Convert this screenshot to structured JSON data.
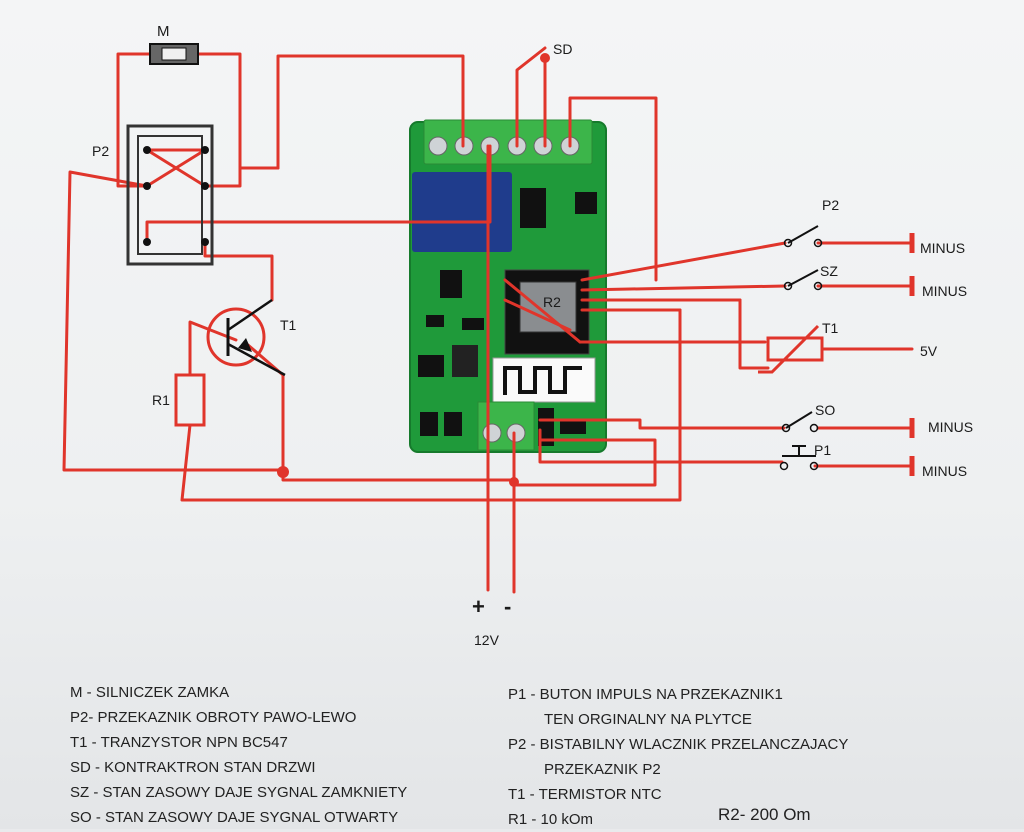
{
  "labels": {
    "motor": "M",
    "relay_p2_left": "P2",
    "transistor": "T1",
    "resistor": "R1",
    "reed_switch": "SD",
    "board_r2": "R2",
    "switch_p2": "P2",
    "switch_sz": "SZ",
    "thermistor": "T1",
    "switch_so": "SO",
    "button_p1": "P1",
    "minus_1": "MINUS",
    "minus_2": "MINUS",
    "minus_3": "MINUS",
    "minus_4": "MINUS",
    "v5": "5V",
    "plus": "+",
    "minus_sign": "-",
    "v12": "12V"
  },
  "legend": {
    "left": [
      "M - SILNICZEK ZAMKA",
      "P2- PRZEKAZNIK OBROTY PAWO-LEWO",
      "T1 - TRANZYSTOR NPN BC547",
      "SD - KONTRAKTRON STAN DRZWI",
      "SZ - STAN ZASOWY DAJE SYGNAL ZAMKNIETY",
      "SO - STAN ZASOWY DAJE SYGNAL OTWARTY"
    ],
    "right": [
      "P1 - BUTON IMPULS NA PRZEKAZNIK1",
      "TEN ORGINALNY NA PLYTCE",
      "P2 - BISTABILNY WLACZNIK PRZELANCZAJACY",
      "PRZEKAZNIK P2",
      "T1 - TERMISTOR NTC",
      "R1 - 10 kOm"
    ],
    "r2_value": "R2- 200 Om"
  },
  "colors": {
    "wire": "#e0352b",
    "pcb": "#1f9a3a",
    "terminal": "#3cb54a",
    "relay": "#1f3c8c",
    "black": "#111111"
  }
}
